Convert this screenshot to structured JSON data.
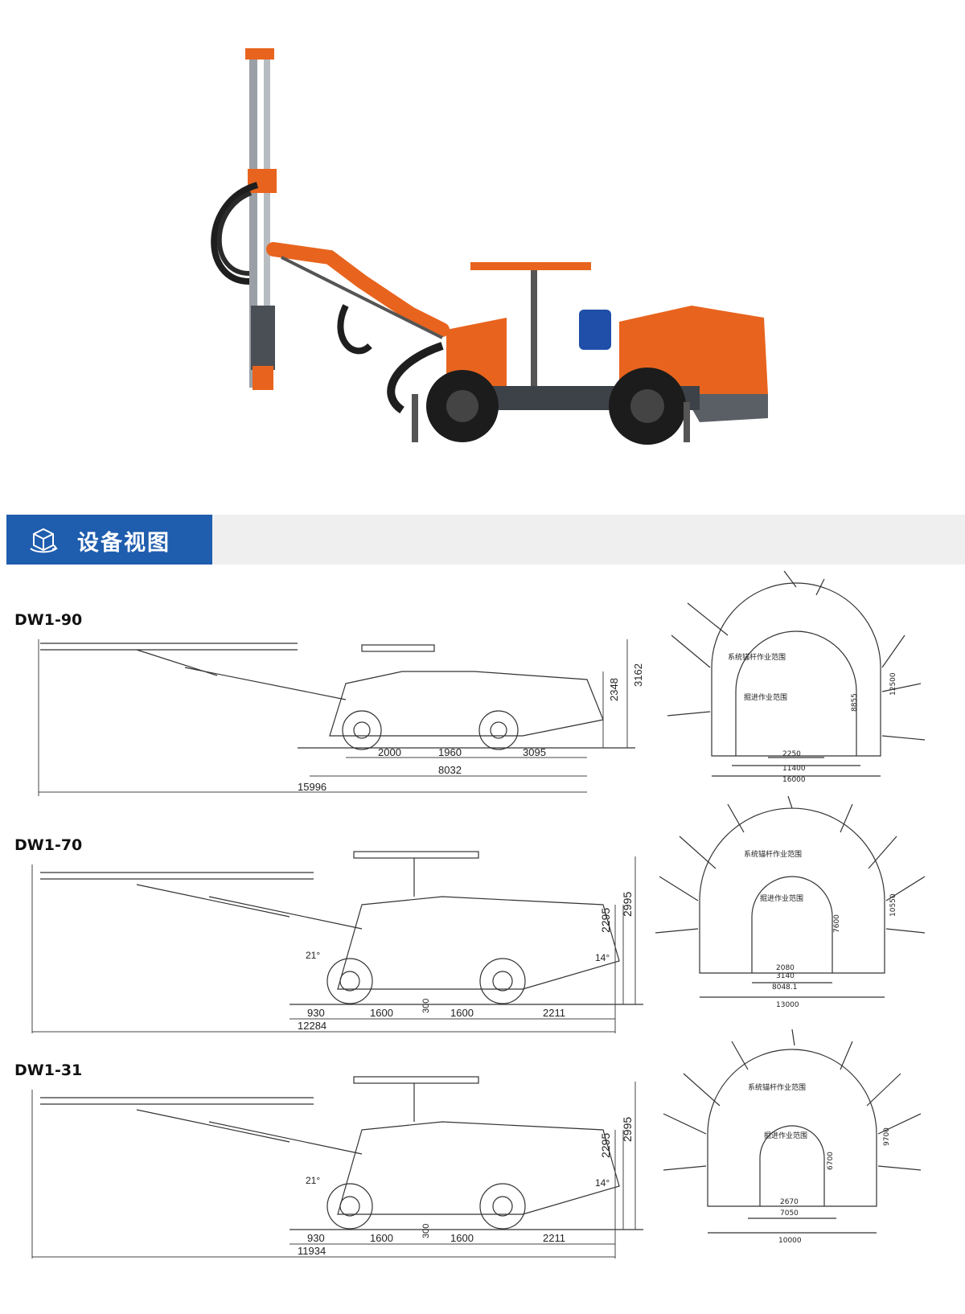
{
  "section": {
    "title": "设备视图",
    "icon": "cube-rotate-icon"
  },
  "colors": {
    "accent": "#1f5dae",
    "machine": "#e8641e",
    "banner_bg": "#efefef"
  },
  "models": [
    {
      "name": "DW1-90",
      "side_dims": {
        "h1": "2348",
        "h2": "3162",
        "seg1": "2000",
        "seg2": "1960",
        "seg3": "3095",
        "wheelbase_total": "8032",
        "total": "15996"
      },
      "tunnel": {
        "outer_label": "系统锚杆作业范围",
        "inner_label": "掘进作业范围",
        "height_inner": "8855",
        "height_outer": "12500",
        "w1": "2250",
        "w2": "11400",
        "w3": "16000"
      }
    },
    {
      "name": "DW1-70",
      "side_dims": {
        "h1": "2295",
        "h2": "2995",
        "angle_left": "21°",
        "angle_right": "14°",
        "clearance": "300",
        "seg1": "930",
        "seg2": "1600",
        "seg3": "1600",
        "seg4": "2211",
        "total": "12284"
      },
      "tunnel": {
        "outer_label": "系统锚杆作业范围",
        "inner_label": "掘进作业范围",
        "height_inner": "7600",
        "height_outer": "10550",
        "w1": "2080",
        "w2": "3140",
        "w3": "8048.1",
        "w4": "13000"
      }
    },
    {
      "name": "DW1-31",
      "side_dims": {
        "h1": "2295",
        "h2": "2995",
        "angle_left": "21°",
        "angle_right": "14°",
        "clearance": "300",
        "seg1": "930",
        "seg2": "1600",
        "seg3": "1600",
        "seg4": "2211",
        "total": "11934"
      },
      "tunnel": {
        "outer_label": "系统锚杆作业范围",
        "inner_label": "掘进作业范围",
        "height_inner": "6700",
        "height_outer": "9700",
        "w1": "2670",
        "w2": "7050",
        "w3": "10000"
      }
    }
  ]
}
